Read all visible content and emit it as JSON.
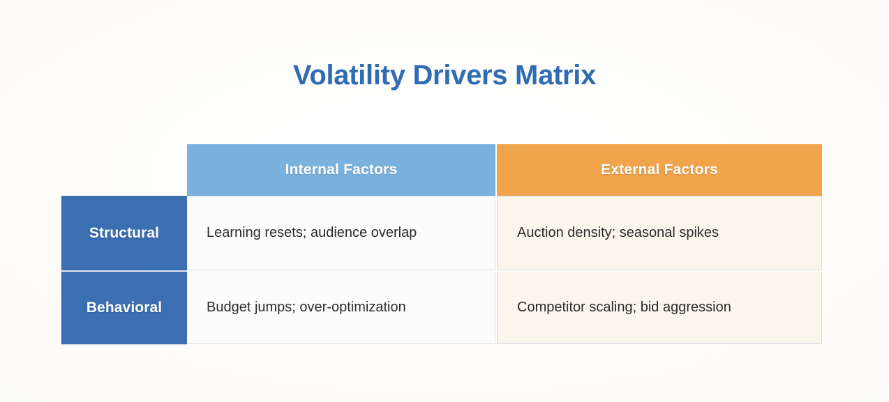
{
  "title": "Volatility Drivers Matrix",
  "colors": {
    "title": "#2f6cb2",
    "header_internal": "#7bb2dd",
    "header_external": "#f0a44b",
    "row_label": "#3c6eb2",
    "cell_internal_bg": "#fcfcfd",
    "cell_external_bg": "#fbf6ec",
    "border": "#d2dceb",
    "page_bg": "#fdfdfc"
  },
  "matrix": {
    "column_headers": [
      {
        "label": "Internal Factors",
        "accent": "#7bb2dd"
      },
      {
        "label": "External Factors",
        "accent": "#f0a44b"
      }
    ],
    "rows": [
      {
        "label": "Structural",
        "cells": [
          "Learning resets; audience overlap",
          "Auction density; seasonal spikes"
        ]
      },
      {
        "label": "Behavioral",
        "cells": [
          "Budget jumps; over-optimization",
          "Competitor scaling; bid aggression"
        ]
      }
    ]
  }
}
